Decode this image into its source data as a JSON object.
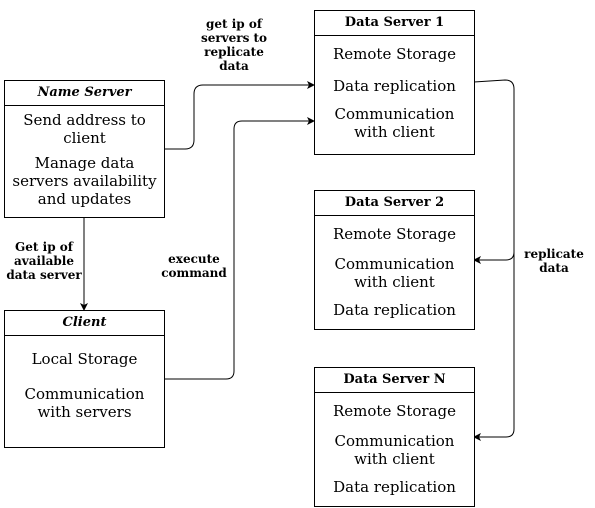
{
  "name_server": {
    "title": "Name Server",
    "items": [
      "Send address to client",
      "Manage data servers availability and updates"
    ]
  },
  "client": {
    "title": "Client",
    "items": [
      "Local Storage",
      "Communication with servers"
    ]
  },
  "data_server_1": {
    "title": "Data Server 1",
    "items": [
      "Remote Storage",
      "Data replication",
      "Communication with client"
    ]
  },
  "data_server_2": {
    "title": "Data Server 2",
    "items": [
      "Remote Storage",
      "Communication with client",
      "Data replication"
    ]
  },
  "data_server_n": {
    "title": "Data Server N",
    "items": [
      "Remote Storage",
      "Communication with client",
      "Data replication"
    ]
  },
  "edge_labels": {
    "get_ip_replicate": "get ip of servers to replicate data",
    "get_ip_available": "Get ip of available data server",
    "execute_command": "execute command",
    "replicate_data": "replicate data"
  }
}
